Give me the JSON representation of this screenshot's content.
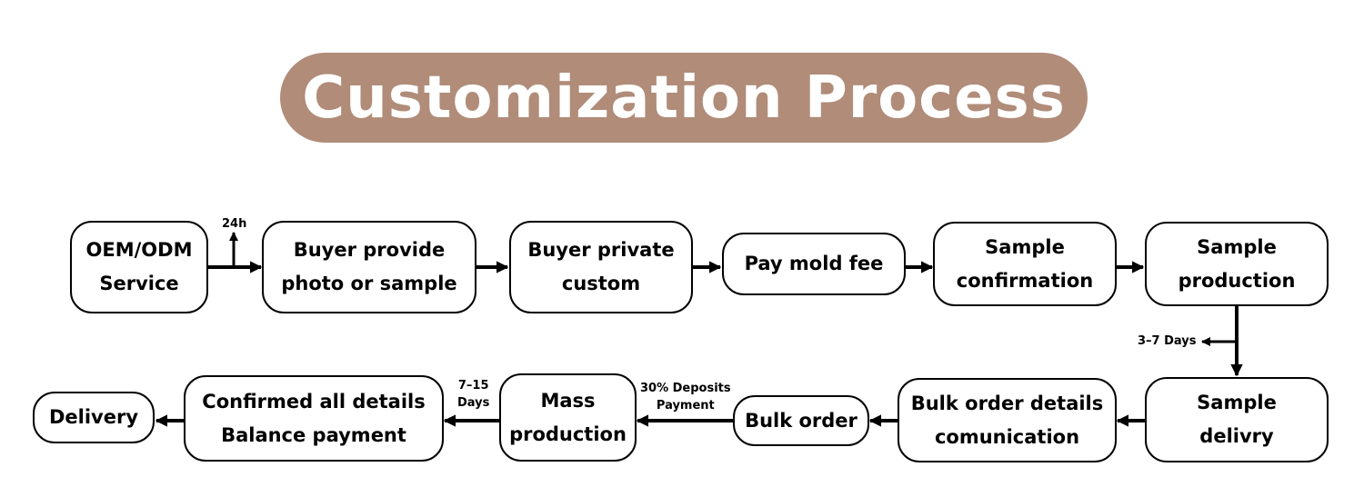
{
  "title": "Customization Process",
  "colors": {
    "title_background": "#b08c79",
    "title_text": "#ffffff",
    "node_border": "#000000",
    "arrow": "#000000"
  },
  "nodes": {
    "oem_odm_service": {
      "line1": "OEM/ODM",
      "line2": "Service"
    },
    "buyer_provide": {
      "line1": "Buyer provide",
      "line2": "photo or sample"
    },
    "buyer_private": {
      "line1": "Buyer private",
      "line2": "custom"
    },
    "pay_mold_fee": {
      "line1": "Pay mold fee"
    },
    "sample_confirmation": {
      "line1": "Sample",
      "line2": "confirmation"
    },
    "sample_production": {
      "line1": "Sample",
      "line2": "production"
    },
    "sample_delivry": {
      "line1": "Sample",
      "line2": "delivry"
    },
    "bulk_order_details": {
      "line1": "Bulk order details",
      "line2": "comunication"
    },
    "bulk_order": {
      "line1": "Bulk order"
    },
    "mass_production": {
      "line1": "Mass",
      "line2": "production"
    },
    "confirmed_all_details": {
      "line1": "Confirmed all details",
      "line2": "Balance payment"
    },
    "delivery": {
      "line1": "Delivery"
    }
  },
  "labels": {
    "h24": "24h",
    "days_3_7": "3–7 Days",
    "deposits": {
      "line1": "30% Deposits",
      "line2": "Payment"
    },
    "days_7_15": {
      "line1": "7–15",
      "line2": "Days"
    }
  }
}
